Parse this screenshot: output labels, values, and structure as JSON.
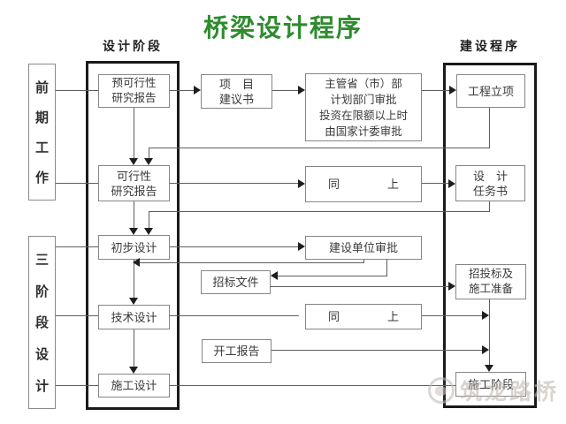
{
  "title": "桥梁设计程序",
  "column_headers": {
    "design": "设计阶段",
    "construction": "建设程序"
  },
  "side_labels": {
    "preliminary_work": {
      "chars": [
        "前",
        "期",
        "工",
        "作"
      ]
    },
    "three_stage_design": {
      "chars": [
        "三",
        "阶",
        "段",
        "设",
        "计"
      ]
    }
  },
  "boxes": {
    "pre_feasibility": {
      "lines": [
        "预可行性",
        "研究报告"
      ]
    },
    "project_proposal": {
      "lines": [
        "项　目",
        "建议书"
      ]
    },
    "authority_approval": {
      "lines": [
        "主管省（市）部",
        "计划部门审批",
        "投资在限额以上时",
        "由国家计委审批"
      ]
    },
    "project_initiation": {
      "lines": [
        "工程立项"
      ]
    },
    "feasibility": {
      "lines": [
        "可行性",
        "研究报告"
      ]
    },
    "same_as_above_1": {
      "left": "同",
      "right": "上"
    },
    "design_task": {
      "lines": [
        "设　计",
        "任务书"
      ]
    },
    "preliminary_design": {
      "lines": [
        "初步设计"
      ]
    },
    "owner_approval": {
      "lines": [
        "建设单位审批"
      ]
    },
    "bidding_documents": {
      "lines": [
        "招标文件"
      ]
    },
    "bidding_preparation": {
      "lines": [
        "招投标及",
        "施工准备"
      ]
    },
    "technical_design": {
      "lines": [
        "技术设计"
      ]
    },
    "same_as_above_2": {
      "left": "同",
      "right": "上"
    },
    "commencement_report": {
      "lines": [
        "开工报告"
      ]
    },
    "construction_design": {
      "lines": [
        "施工设计"
      ]
    },
    "construction_phase": {
      "lines": [
        "施工阶段"
      ]
    }
  },
  "watermark": {
    "text": "筑龙路桥"
  },
  "colors": {
    "title_green": "#2e8b2e",
    "frame_black": "#1a1a1a",
    "box_border_gray": "#868686",
    "line_gray": "#5e5e5e",
    "watermark_gray": "#c0b9b2"
  }
}
